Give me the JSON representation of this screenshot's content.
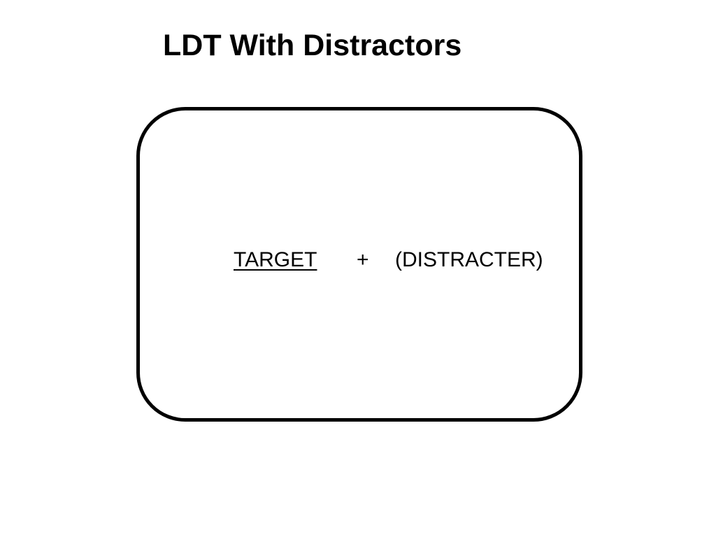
{
  "slide": {
    "title": "LDT With Distractors"
  },
  "display": {
    "target_label": "TARGET",
    "plus_sign": "+",
    "distracter_label": "(DISTRACTER)"
  }
}
